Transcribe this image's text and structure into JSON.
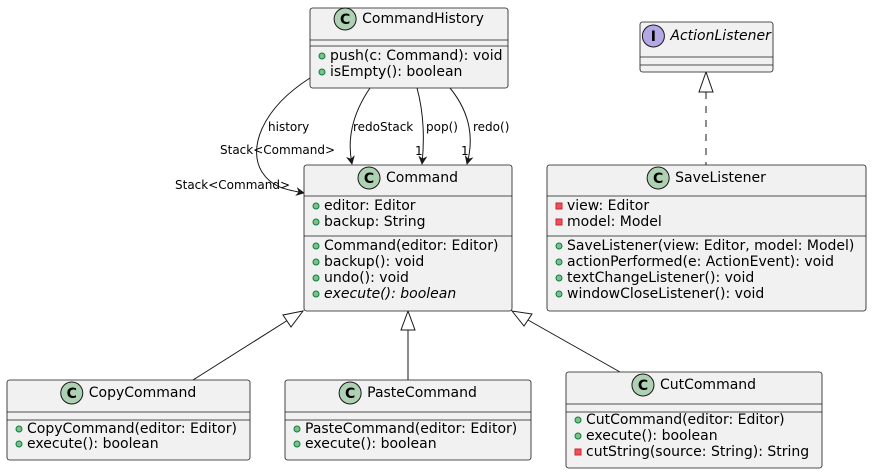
{
  "diagram": {
    "classes": {
      "command_history": {
        "name": "CommandHistory",
        "stereotype": "C",
        "attributes": [],
        "methods": [
          {
            "vis": "public",
            "text": "push(c: Command): void"
          },
          {
            "vis": "public",
            "text": "isEmpty(): boolean"
          }
        ]
      },
      "action_listener": {
        "name": "ActionListener",
        "stereotype": "I",
        "attributes": [],
        "methods": []
      },
      "command": {
        "name": "Command",
        "stereotype": "C",
        "attributes": [
          {
            "vis": "public",
            "text": "editor: Editor"
          },
          {
            "vis": "public",
            "text": "backup: String"
          }
        ],
        "methods": [
          {
            "vis": "public",
            "text": "Command(editor: Editor)"
          },
          {
            "vis": "public",
            "text": "backup(): void"
          },
          {
            "vis": "public",
            "text": "undo(): void"
          },
          {
            "vis": "public",
            "text": "execute(): boolean",
            "abstract": true
          }
        ]
      },
      "save_listener": {
        "name": "SaveListener",
        "stereotype": "C",
        "attributes": [
          {
            "vis": "private",
            "text": "view: Editor"
          },
          {
            "vis": "private",
            "text": "model: Model"
          }
        ],
        "methods": [
          {
            "vis": "public",
            "text": "SaveListener(view: Editor, model: Model)"
          },
          {
            "vis": "public",
            "text": "actionPerformed(e: ActionEvent): void"
          },
          {
            "vis": "public",
            "text": "textChangeListener(): void"
          },
          {
            "vis": "public",
            "text": "windowCloseListener(): void"
          }
        ]
      },
      "copy_command": {
        "name": "CopyCommand",
        "stereotype": "C",
        "attributes": [],
        "methods": [
          {
            "vis": "public",
            "text": "CopyCommand(editor: Editor)"
          },
          {
            "vis": "public",
            "text": "execute(): boolean"
          }
        ]
      },
      "paste_command": {
        "name": "PasteCommand",
        "stereotype": "C",
        "attributes": [],
        "methods": [
          {
            "vis": "public",
            "text": "PasteCommand(editor: Editor)"
          },
          {
            "vis": "public",
            "text": "execute(): boolean"
          }
        ]
      },
      "cut_command": {
        "name": "CutCommand",
        "stereotype": "C",
        "attributes": [],
        "methods": [
          {
            "vis": "public",
            "text": "CutCommand(editor: Editor)"
          },
          {
            "vis": "public",
            "text": "execute(): boolean"
          },
          {
            "vis": "private",
            "text": "cutString(source: String): String"
          }
        ]
      }
    },
    "relations": {
      "history": {
        "label": "history",
        "source_mult": "Stack<Command>",
        "target_mult": "Stack<Command>"
      },
      "redo_stack": {
        "label": "redoStack"
      },
      "pop": {
        "label": "pop()",
        "mult": "1"
      },
      "redo": {
        "label": "redo()",
        "mult": "1"
      }
    },
    "colors": {
      "class_badge": "#add1b2",
      "interface_badge": "#b4a7e5",
      "box_fill": "#f1f1f1",
      "border": "#181818",
      "public_marker": "#84be84",
      "public_marker_stroke": "#038048",
      "private_marker": "#f24d5c",
      "private_marker_stroke": "#c82930"
    }
  }
}
